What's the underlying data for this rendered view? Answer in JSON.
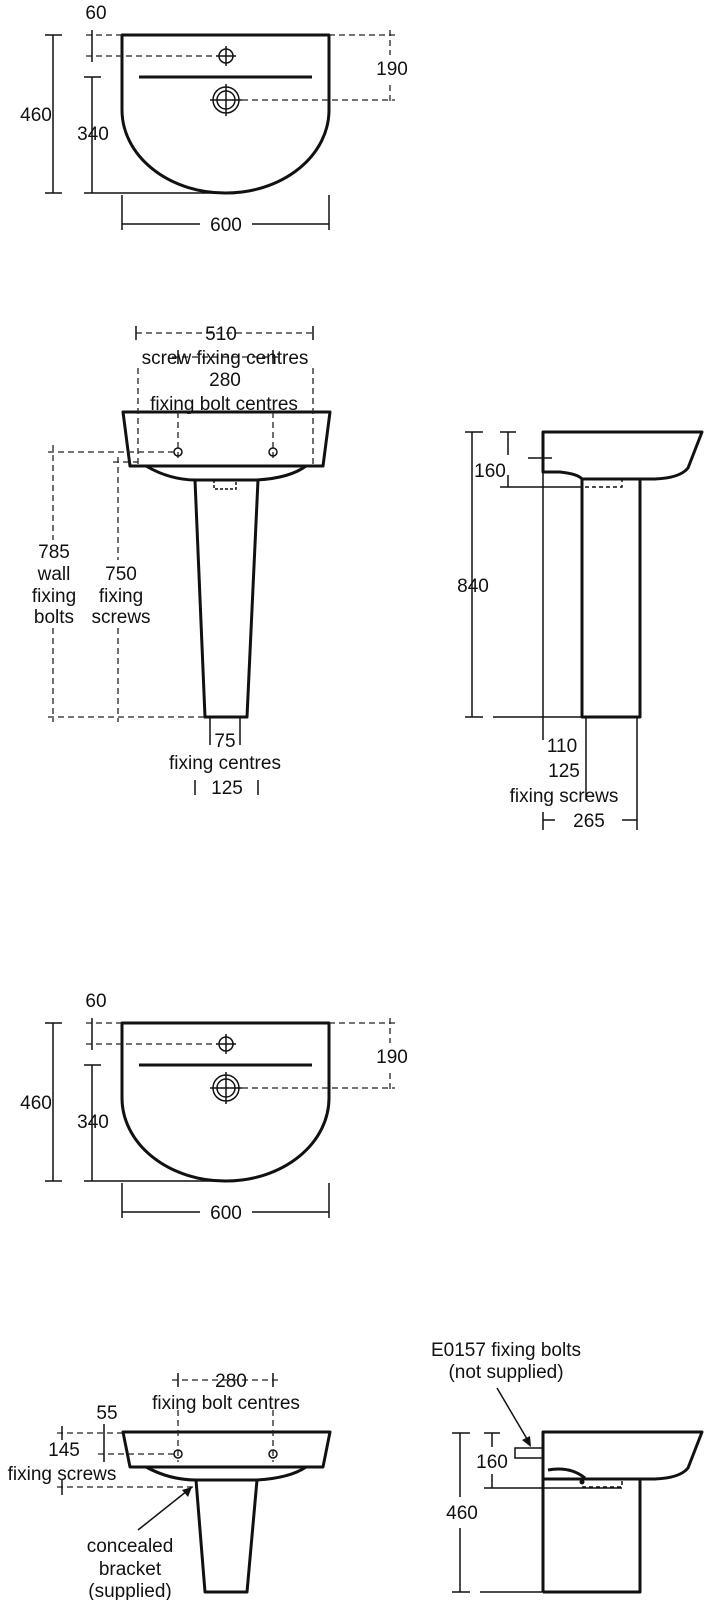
{
  "plan_top": {
    "depth_total": "460",
    "depth_bowl": "340",
    "tap_offset": "60",
    "waste_offset": "190",
    "width": "600"
  },
  "front_pedestal": {
    "screw_centres": "510",
    "screw_label": "screw fixing centres",
    "bolt_centres": "280",
    "bolt_label": "fixing bolt centres",
    "wall_bolts_height": "785",
    "wall_bolts_label": [
      "wall",
      "fixing",
      "bolts"
    ],
    "screws_height": "750",
    "screws_label": [
      "fixing",
      "screws"
    ],
    "base_centres": "75",
    "base_label": "fixing centres",
    "base_width": "125"
  },
  "side_pedestal": {
    "basin_depth": "160",
    "height": "840",
    "wall_gap": "110",
    "screw_dist": "125",
    "screw_label": "fixing screws",
    "projection": "265"
  },
  "plan_bottom": {
    "depth_total": "460",
    "depth_bowl": "340",
    "tap_offset": "60",
    "waste_offset": "190",
    "width": "600"
  },
  "front_semi": {
    "bolt_centres": "280",
    "bolt_label": "fixing bolt centres",
    "bolt_offset": "55",
    "screw_dist": "145",
    "screw_label": "fixing screws",
    "bracket_label": [
      "concealed",
      "bracket",
      "(supplied)"
    ]
  },
  "side_semi": {
    "basin_depth": "160",
    "height": "460",
    "bolts_label": "E0157 fixing bolts",
    "bolts_note": "(not supplied)"
  }
}
